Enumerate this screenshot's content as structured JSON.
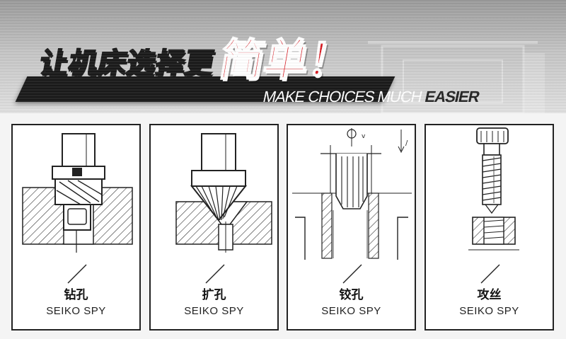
{
  "banner": {
    "headline_main": "让机床选择更",
    "headline_accent": "简单！",
    "tagline_light": "MAKE CHOICES MUCH ",
    "tagline_dark": "EASIER"
  },
  "colors": {
    "accent_red": "#d8161e",
    "stripe_black": "#1a1a1a",
    "card_border": "#222222"
  },
  "cards": [
    {
      "title": "钻孔",
      "subtitle": "SEIKO SPY",
      "icon": "drilling-diagram"
    },
    {
      "title": "扩孔",
      "subtitle": "SEIKO SPY",
      "icon": "countersinking-diagram"
    },
    {
      "title": "铰孔",
      "subtitle": "SEIKO SPY",
      "icon": "reaming-diagram"
    },
    {
      "title": "攻丝",
      "subtitle": "SEIKO SPY",
      "icon": "tapping-diagram"
    }
  ]
}
